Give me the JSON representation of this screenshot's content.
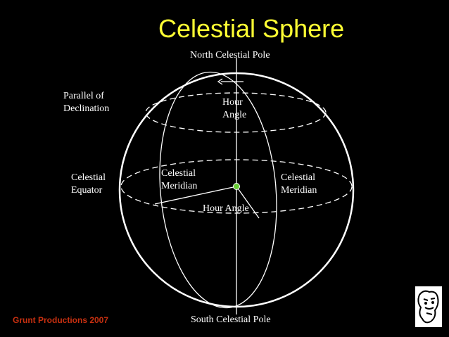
{
  "title": "Celestial Sphere",
  "labels": {
    "north_pole": "North Celestial Pole",
    "south_pole": "South Celestial Pole",
    "parallel_line1": "Parallel of",
    "parallel_line2": "Declination",
    "hour_angle_top_line1": "Hour",
    "hour_angle_top_line2": "Angle",
    "equator_line1": "Celestial",
    "equator_line2": "Equator",
    "meridian_left_line1": "Celestial",
    "meridian_left_line2": "Meridian",
    "meridian_right_line1": "Celestial",
    "meridian_right_line2": "Meridian",
    "hour_angle_center": "Hour Angle"
  },
  "credit": "Grunt Productions 2007",
  "colors": {
    "background": "#000000",
    "title": "#ffff33",
    "lines": "#ffffff",
    "center_point": "#66cc33",
    "credit": "#c83010"
  },
  "icons": {
    "logo": "grunt-logo-icon",
    "center": "center-point-icon",
    "arrow": "hour-angle-arrow-icon"
  }
}
